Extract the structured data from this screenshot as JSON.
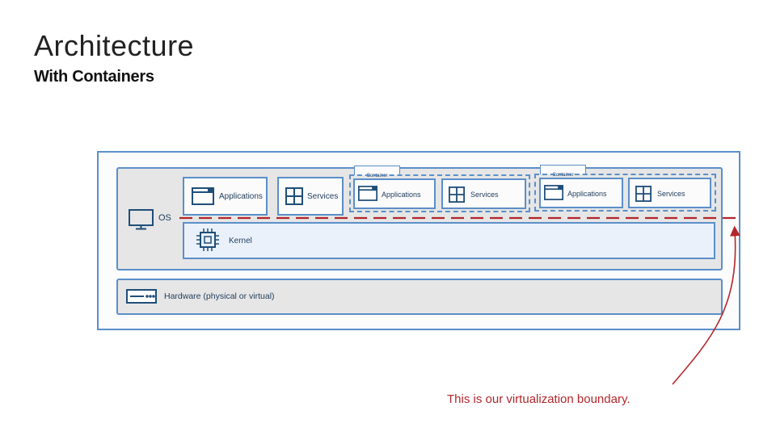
{
  "slide": {
    "title": "Architecture",
    "subtitle": "With Containers"
  },
  "diagram": {
    "host": {
      "applications_label": "Applications",
      "services_label": "Services"
    },
    "os_label": "OS",
    "kernel_label": "Kernel",
    "hardware_label": "Hardware (physical or virtual)",
    "containers": [
      {
        "tab_label": "Container",
        "applications_label": "Applications",
        "services_label": "Services"
      },
      {
        "tab_label": "Container",
        "applications_label": "Applications",
        "services_label": "Services"
      }
    ],
    "boundary_note": "This is our virtualization boundary.",
    "colors": {
      "accent_blue": "#5b8fc9",
      "boundary_red": "#b3262b",
      "panel_gray": "#e6e6e6"
    },
    "icons": [
      "monitor-icon",
      "app-window-icon",
      "windows-logo-icon",
      "cpu-chip-icon",
      "hardware-server-icon"
    ]
  }
}
